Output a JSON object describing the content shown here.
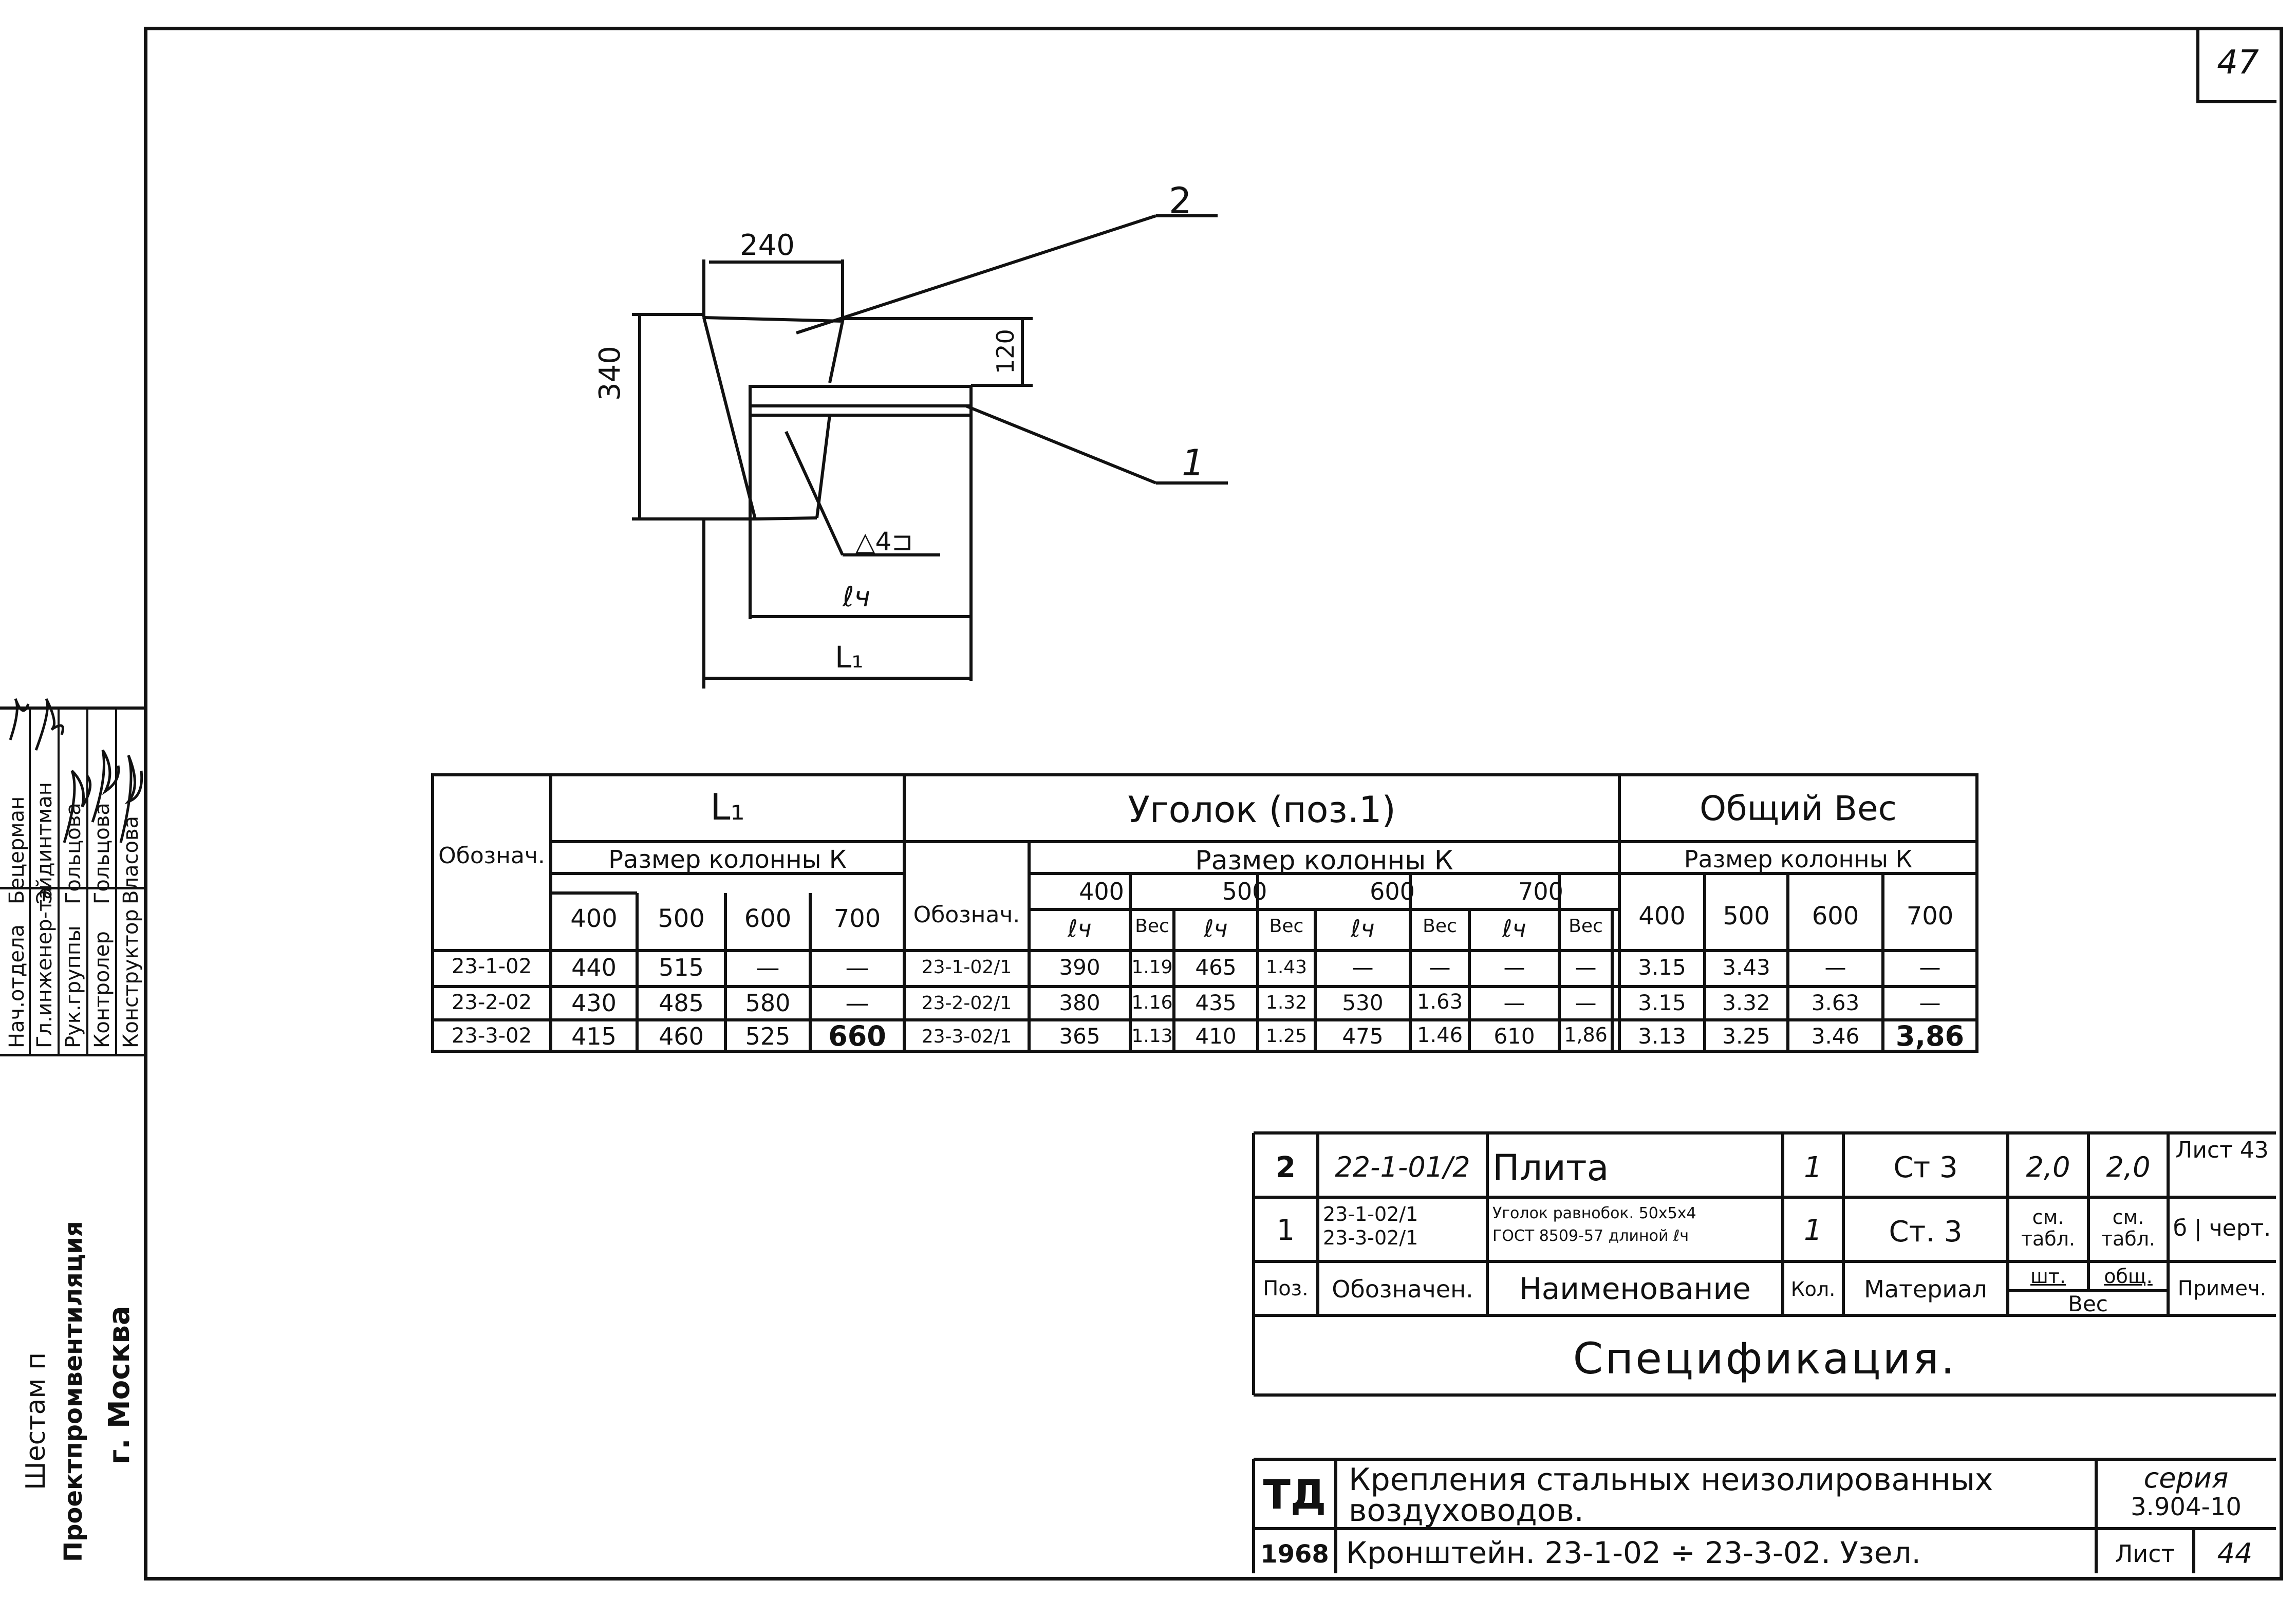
{
  "sheet_number": "47",
  "drawing": {
    "dim_width": "240",
    "dim_height": "340",
    "dim_flange": "120",
    "dim_lch": "ℓч",
    "dim_l1": "L₁",
    "callout_2": "2",
    "callout_1": "1",
    "weld_note": "△4⊐"
  },
  "main_table": {
    "oboznach": "Обознач.",
    "l1_group": "L₁",
    "l1_sub": "Размер колонны К",
    "angle_group": "Уголок (поз.1)",
    "angle_oboznach": "Обознач.",
    "angle_sub": "Размер колонны К",
    "total_group": "Общий Вес",
    "total_sub": "Размер колонны К",
    "sizes": [
      "400",
      "500",
      "600",
      "700"
    ],
    "lch": "ℓч",
    "ves": "Вес",
    "rows": [
      {
        "code": "23-1-02",
        "l1": [
          "440",
          "515",
          "—",
          "—"
        ],
        "angle_code": "23-1-02/1",
        "angle": [
          "390",
          "1.19",
          "465",
          "1.43",
          "—",
          "—",
          "—",
          "—"
        ],
        "total": [
          "3.15",
          "3.43",
          "—",
          "—"
        ]
      },
      {
        "code": "23-2-02",
        "l1": [
          "430",
          "485",
          "580",
          "—"
        ],
        "angle_code": "23-2-02/1",
        "angle": [
          "380",
          "1.16",
          "435",
          "1.32",
          "530",
          "1.63",
          "—",
          "—"
        ],
        "total": [
          "3.15",
          "3.32",
          "3.63",
          "—"
        ]
      },
      {
        "code": "23-3-02",
        "l1": [
          "415",
          "460",
          "525",
          "660"
        ],
        "angle_code": "23-3-02/1",
        "angle": [
          "365",
          "1.13",
          "410",
          "1.25",
          "475",
          "1.46",
          "610",
          "1,86"
        ],
        "total": [
          "3.13",
          "3.25",
          "3.46",
          "3,86"
        ]
      }
    ]
  },
  "spec": {
    "rows": [
      {
        "pos": "2",
        "code": "22-1-01/2",
        "name": "Плита",
        "qty": "1",
        "material": "Ст 3",
        "unit": "2,0",
        "total": "2,0",
        "note": "Лист 43"
      },
      {
        "pos": "1",
        "code": "23-1-02/1\n23-3-02/1",
        "name": "Уголок равнобок. 50х5х4\nГОСТ 8509-57 длиной ℓч",
        "qty": "1",
        "material": "Ст. 3",
        "unit": "см. табл.",
        "total": "см. табл.",
        "note": "б | черт."
      }
    ],
    "head": {
      "pos": "Поз.",
      "code": "Обозначен.",
      "name": "Наименование",
      "qty": "Кол.",
      "material": "Материал",
      "unit": "шт.",
      "total": "общ.",
      "weight": "Вес",
      "note": "Примеч."
    },
    "title": "Спецификация."
  },
  "title_block": {
    "td": "ТД",
    "name": "Крепления стальных неизолированных воздуховодов.",
    "series_label": "серия",
    "series": "3.904-10",
    "year": "1968",
    "subtitle": "Кронштейн. 23-1-02 ÷ 23-3-02. Узел.",
    "sheet_label": "Лист",
    "sheet": "44"
  },
  "stamp": {
    "org1": "Шестам п",
    "org2": "Проектпромвентиляция",
    "city": "г. Москва",
    "roles": [
      "Нач.отдела",
      "Гл.инженер-та",
      "Рук.группы",
      "Контролер",
      "Конструктор"
    ],
    "names": [
      "Бецерман",
      "Эйдинтман",
      "Гольцова",
      "Гольцова",
      "Власова"
    ]
  }
}
